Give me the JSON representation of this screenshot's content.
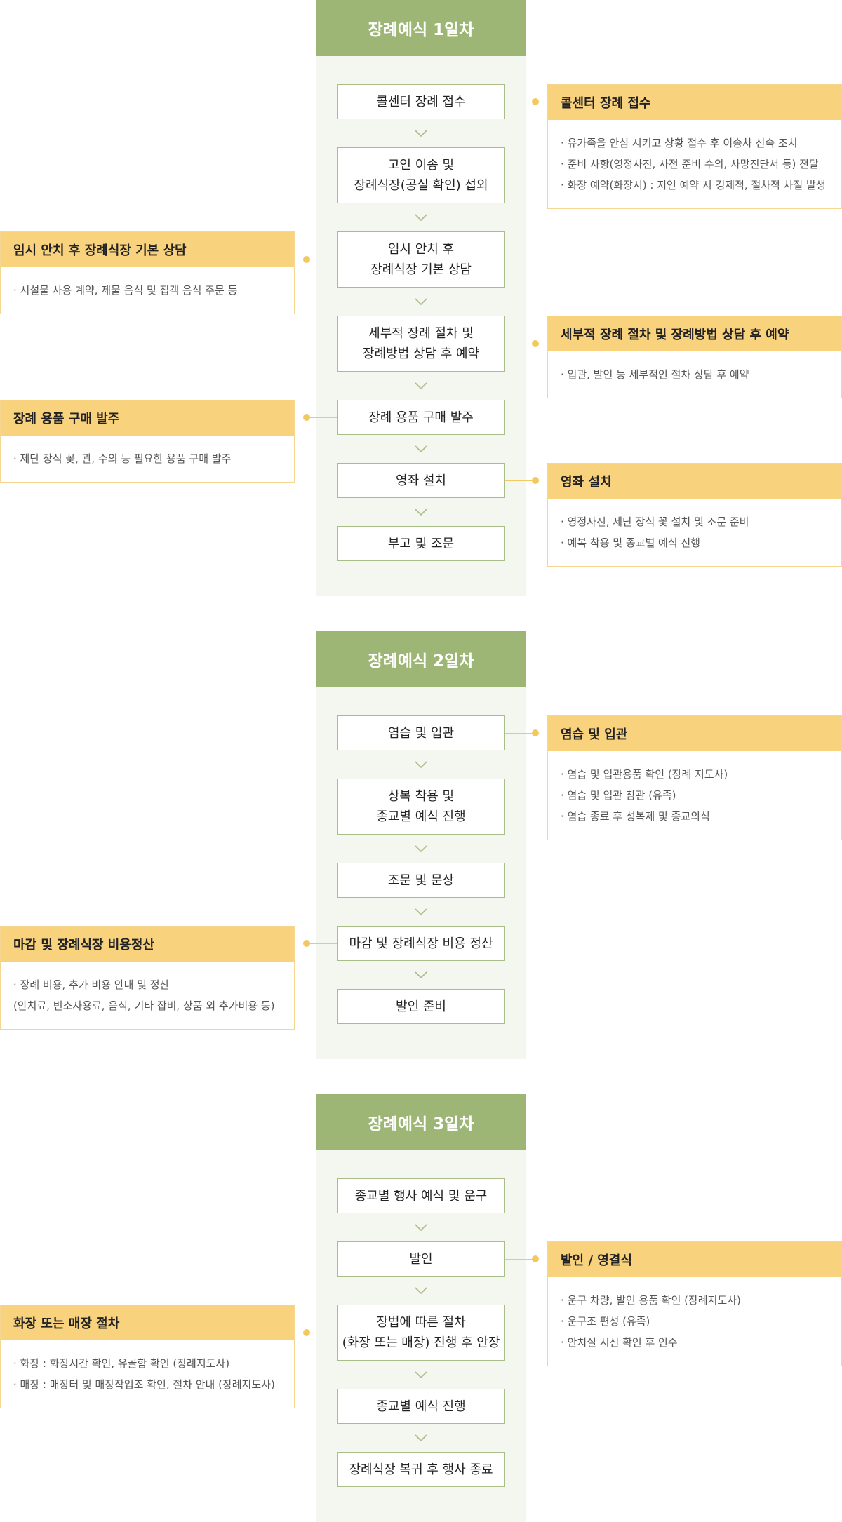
{
  "days": [
    {
      "title": "장례예식 1일차",
      "steps": [
        "콜센터 장례 접수",
        "고인 이송 및\n장례식장(공실 확인) 섭외",
        "임시 안치 후\n장례식장 기본 상담",
        "세부적 장례 절차 및\n장례방법 상담 후 예약",
        "장례 용품 구매 발주",
        "영좌 설치",
        "부고 및 조문"
      ],
      "notes": [
        {
          "title": "콜센터 장례 접수",
          "lines": [
            "· 유가족을 안심 시키고 상황 접수 후 이송차 신속 조치",
            "· 준비 사항(영정사진, 사전 준비 수의, 사망진단서 등) 전달",
            "· 화장 예약(화장시) : 지연 예약 시 경제적, 절차적 차질 발생"
          ]
        },
        {
          "title": "임시 안치 후 장례식장 기본 상담",
          "lines": [
            "· 시설물 사용 계약, 제물 음식 및 접객 음식 주문 등"
          ]
        },
        {
          "title": "세부적 장례 절차 및 장례방법 상담 후 예약",
          "lines": [
            "· 입관, 발인 등 세부적인 절차 상담 후 예약"
          ]
        },
        {
          "title": "장례 용품 구매 발주",
          "lines": [
            "· 제단 장식 꽃, 관, 수의 등 필요한 용품 구매 발주"
          ]
        },
        {
          "title": "영좌 설치",
          "lines": [
            "· 영정사진, 제단 장식 꽃 설치 및 조문 준비",
            "· 예복 착용 및 종교별 예식 진행"
          ]
        }
      ]
    },
    {
      "title": "장례예식 2일차",
      "steps": [
        "염습 및 입관",
        "상복 착용 및\n종교별 예식 진행",
        "조문 및 문상",
        "마감 및 장례식장 비용 정산",
        "발인 준비"
      ],
      "notes": [
        {
          "title": "염습 및 입관",
          "lines": [
            "· 염습 및 입관용품 확인 (장례 지도사)",
            "· 염습 및 입관 참관 (유족)",
            "· 염습 종료 후 성복제 및 종교의식"
          ]
        },
        {
          "title": "마감 및 장례식장 비용정산",
          "lines": [
            "· 장례 비용, 추가 비용 안내 및 정산",
            "(안치료, 빈소사용료, 음식, 기타 잡비, 상품 외 추가비용 등)"
          ]
        }
      ]
    },
    {
      "title": "장례예식 3일차",
      "steps": [
        "종교별 행사 예식 및 운구",
        "발인",
        "장법에 따른 절차\n(화장 또는 매장) 진행 후 안장",
        "종교별 예식 진행",
        "장례식장 복귀 후 행사 종료"
      ],
      "notes": [
        {
          "title": "발인 / 영결식",
          "lines": [
            "· 운구 차량, 발인 용품 확인 (장례지도사)",
            "· 운구조 편성 (유족)",
            "· 안치실 시신 확인 후 인수"
          ]
        },
        {
          "title": "화장 또는 매장 절차",
          "lines": [
            "· 화장 : 화장시간 확인, 유골함 확인 (장례지도사)",
            "· 매장 : 매장터 및 매장작업조 확인, 절차 안내 (장례지도사)"
          ]
        }
      ]
    }
  ],
  "colors": {
    "header": "#9db675",
    "column_bg": "#f4f6f0",
    "step_border": "#a9bd88",
    "note_title": "#f9d27d",
    "note_border": "#f5d690",
    "connector": "#f3c85f"
  },
  "icons": {
    "arrow": "chevron-down-icon"
  }
}
